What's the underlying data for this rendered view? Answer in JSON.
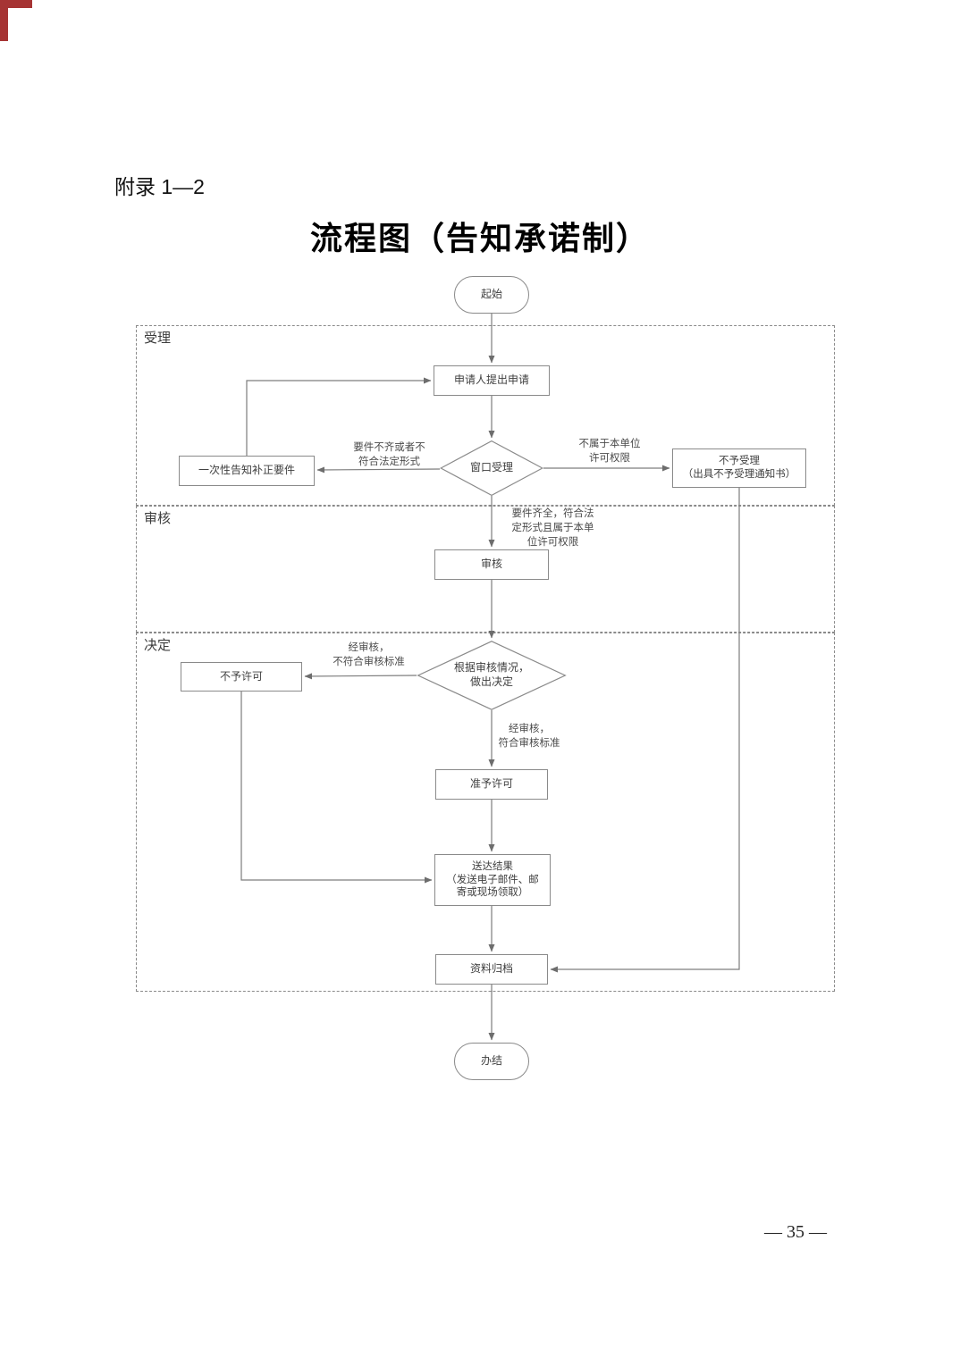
{
  "page": {
    "appendix_label": "附录 1—2",
    "title": "流程图（告知承诺制）",
    "page_number": "— 35 —"
  },
  "colors": {
    "line": "#7d7d7d",
    "node_border": "#8a8a8a",
    "corner_mark": "#a63434"
  },
  "regions": [
    {
      "label": "受理"
    },
    {
      "label": "审核"
    },
    {
      "label": "决定"
    }
  ],
  "nodes": {
    "start": "起始",
    "apply": "申请人提出申请",
    "window_accept": "窗口受理",
    "one_time_notice": "一次性告知补正要件",
    "reject_accept": "不予受理\n（出具不予受理通知书）",
    "review": "审核",
    "decide": "根据审核情况，\n做出决定",
    "deny_permit": "不予许可",
    "grant_permit": "准予许可",
    "deliver_result": "送达结果\n（发送电子邮件、邮\n寄或现场领取）",
    "archive": "资料归档",
    "end": "办结"
  },
  "edge_labels": {
    "incomplete": "要件不齐或者不\n符合法定形式",
    "not_jurisdiction": "不属于本单位\n许可权限",
    "complete": "要件齐全，符合法\n定形式且属于本单\n位许可权限",
    "fail_review": "经审核，\n不符合审核标准",
    "pass_review": "经审核，\n符合审核标准"
  }
}
